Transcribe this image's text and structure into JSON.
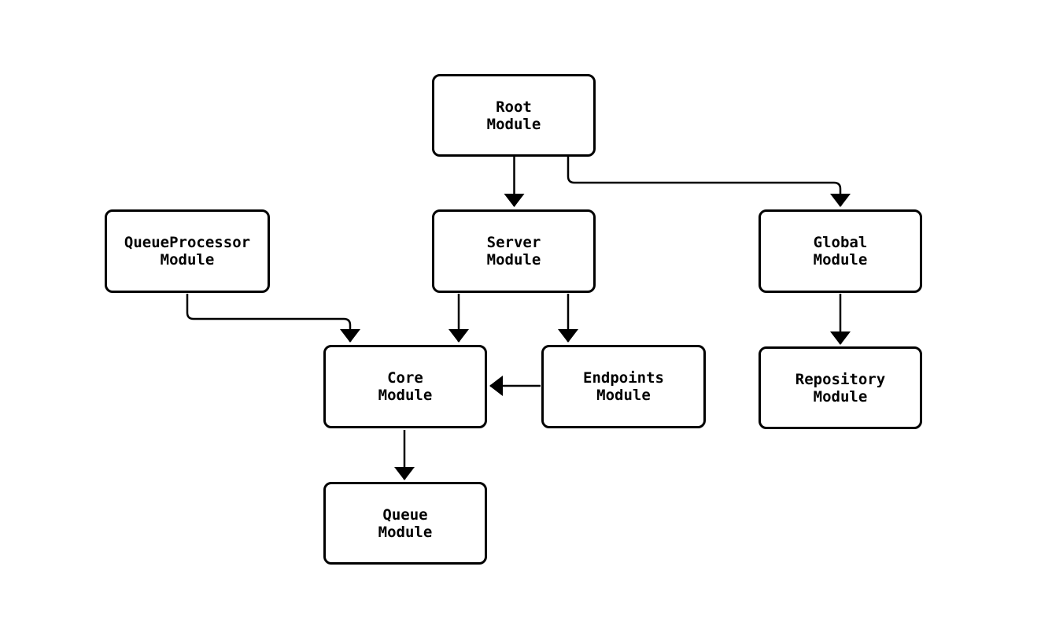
{
  "diagram": {
    "background_color": "#ffffff",
    "node_fill_color": "#ffffff",
    "node_border_color": "#000000",
    "edge_color": "#000000",
    "nodes": {
      "root": {
        "label": "Root\nModule"
      },
      "queueprocessor": {
        "label": "QueueProcessor\nModule"
      },
      "server": {
        "label": "Server\nModule"
      },
      "global": {
        "label": "Global\nModule"
      },
      "core": {
        "label": "Core\nModule"
      },
      "endpoints": {
        "label": "Endpoints\nModule"
      },
      "repository": {
        "label": "Repository\nModule"
      },
      "queue": {
        "label": "Queue\nModule"
      }
    },
    "edges": [
      {
        "from": "Root Module",
        "to": "Server Module"
      },
      {
        "from": "Root Module",
        "to": "Global Module"
      },
      {
        "from": "QueueProcessor Module",
        "to": "Core Module"
      },
      {
        "from": "Server Module",
        "to": "Core Module"
      },
      {
        "from": "Server Module",
        "to": "Endpoints Module"
      },
      {
        "from": "Endpoints Module",
        "to": "Core Module"
      },
      {
        "from": "Global Module",
        "to": "Repository Module"
      },
      {
        "from": "Core Module",
        "to": "Queue Module"
      }
    ]
  }
}
